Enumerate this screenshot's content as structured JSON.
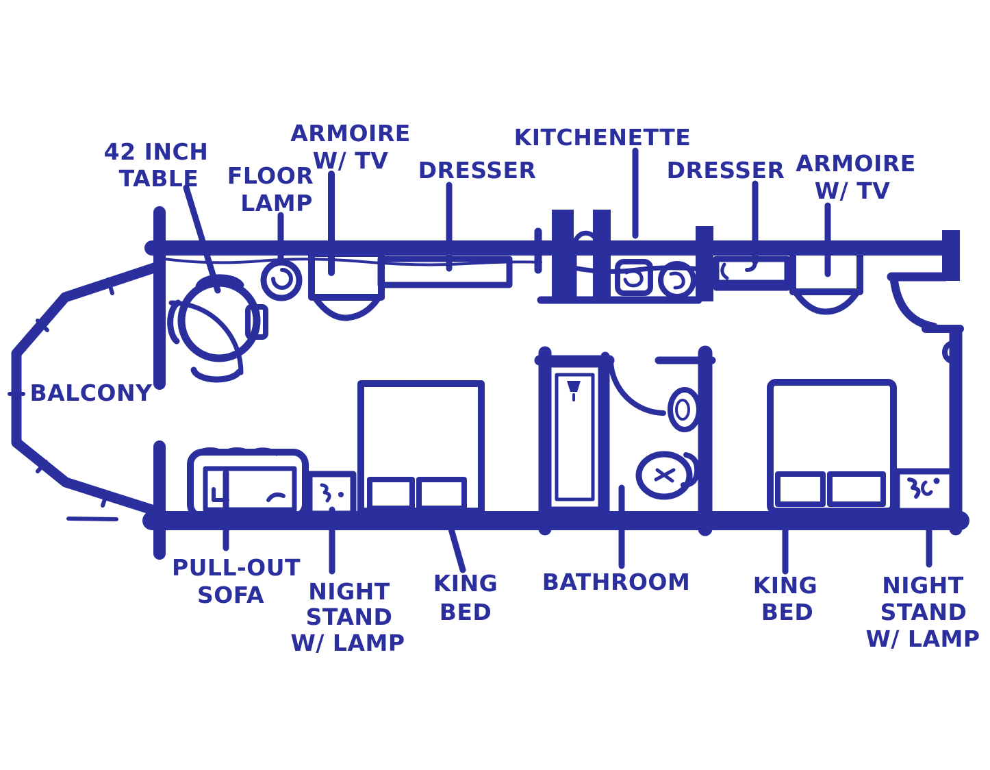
{
  "colors": {
    "ink": "#2b2f9e",
    "background": "#ffffff"
  },
  "rooms": {
    "balcony": "BALCONY",
    "bathroom": "BATHROOM",
    "kitchenette": "KITCHENETTE"
  },
  "labels": {
    "table": {
      "line1": "42 INCH",
      "line2": "TABLE"
    },
    "floor_lamp": {
      "line1": "FLOOR",
      "line2": "LAMP"
    },
    "armoire_left": {
      "line1": "ARMOIRE",
      "line2": "W/ TV"
    },
    "dresser_left": "DRESSER",
    "dresser_right": "DRESSER",
    "armoire_right": {
      "line1": "ARMOIRE",
      "line2": "W/ TV"
    },
    "pull_out_sofa": {
      "line1": "PULL-OUT",
      "line2": "SOFA"
    },
    "night_stand_left": {
      "line1": "NIGHT",
      "line2": "STAND",
      "line3": "W/ LAMP"
    },
    "king_bed_left": {
      "line1": "KING",
      "line2": "BED"
    },
    "king_bed_right": {
      "line1": "KING",
      "line2": "BED"
    },
    "night_stand_right": {
      "line1": "NIGHT",
      "line2": "STAND",
      "line3": "W/ LAMP"
    }
  }
}
